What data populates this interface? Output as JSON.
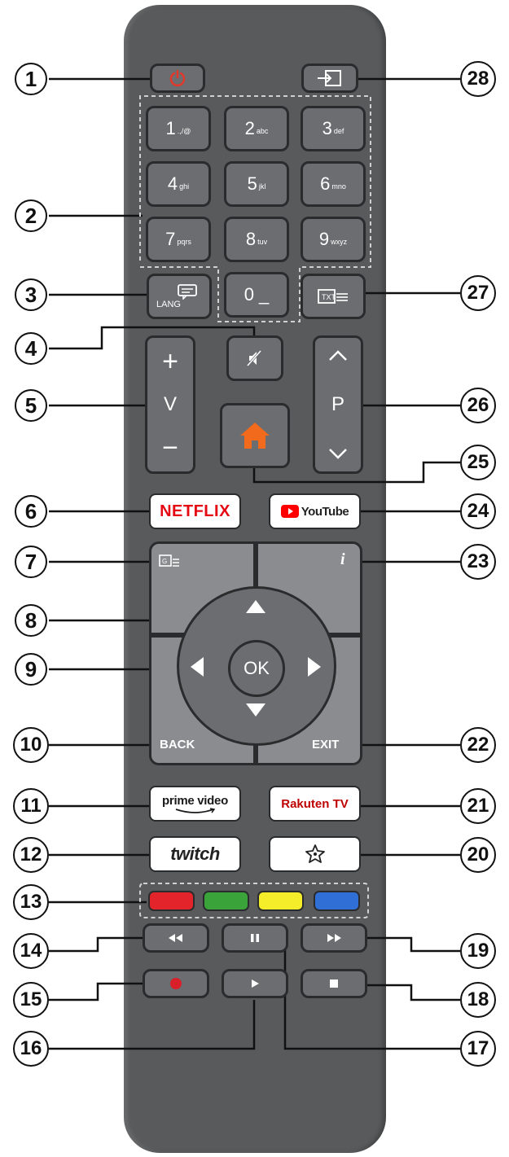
{
  "callouts": [
    "1",
    "2",
    "3",
    "4",
    "5",
    "6",
    "7",
    "8",
    "9",
    "10",
    "11",
    "12",
    "13",
    "14",
    "15",
    "16",
    "17",
    "18",
    "19",
    "20",
    "21",
    "22",
    "23",
    "24",
    "25",
    "26",
    "27",
    "28"
  ],
  "keypad": [
    {
      "digit": "1",
      "letters": ".,/@"
    },
    {
      "digit": "2",
      "letters": "abc"
    },
    {
      "digit": "3",
      "letters": "def"
    },
    {
      "digit": "4",
      "letters": "ghi"
    },
    {
      "digit": "5",
      "letters": "jkl"
    },
    {
      "digit": "6",
      "letters": "mno"
    },
    {
      "digit": "7",
      "letters": "pqrs"
    },
    {
      "digit": "8",
      "letters": "tuv"
    },
    {
      "digit": "9",
      "letters": "wxyz"
    },
    {
      "digit": "0",
      "letters": "_"
    }
  ],
  "labels": {
    "lang": "LANG",
    "volume_plus": "+",
    "volume": "V",
    "volume_minus": "−",
    "program": "P",
    "netflix": "NETFLIX",
    "youtube": "YouTube",
    "ok": "OK",
    "back": "BACK",
    "exit": "EXIT",
    "info": "i",
    "prime_video": "prime video",
    "rakuten": "Rakuten TV",
    "twitch": "twitch"
  },
  "colors": {
    "body": "#585a5c",
    "button": "#6b6d70",
    "power": "#e0392b",
    "home": "#f26a1b",
    "netflix": "#e50914",
    "youtube": "#ff0000",
    "rakuten": "#bf0000",
    "twitch": "#5a3e85",
    "red_key": "#e3242b",
    "green_key": "#3aa33a",
    "yellow_key": "#f5ec2a",
    "blue_key": "#2f6fd6",
    "record": "#d9202a"
  },
  "icons": [
    "power-icon",
    "source-input-icon",
    "lang-subtitle-icon",
    "mute-icon",
    "home-icon",
    "teletext-icon",
    "guide-icon",
    "info-icon",
    "my-button-icon",
    "rewind-icon",
    "pause-icon",
    "fast-forward-icon",
    "record-icon",
    "play-icon",
    "stop-icon"
  ]
}
